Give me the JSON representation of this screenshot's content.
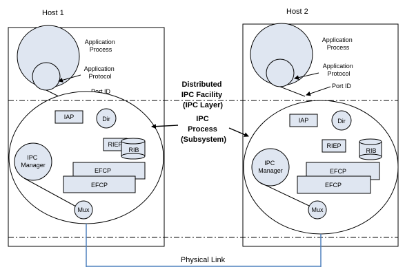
{
  "hosts": [
    {
      "title": "Host 1",
      "application_process": [
        "Application",
        "Process"
      ],
      "application_protocol": [
        "Application",
        "Protocol"
      ],
      "port_id": "Port ID",
      "iap": "IAP",
      "dir": "Dir",
      "riep": "RIEP",
      "rib": "RIB",
      "ipc_manager": [
        "IPC",
        "Manager"
      ],
      "efcp_back": "EFCP",
      "efcp_front": "EFCP",
      "mux": "Mux"
    },
    {
      "title": "Host 2",
      "application_process": [
        "Application",
        "Process"
      ],
      "application_protocol": [
        "Application",
        "Protocol"
      ],
      "port_id": "Port ID",
      "iap": "IAP",
      "dir": "Dir",
      "riep": "RIEP",
      "rib": "RIB",
      "ipc_manager": [
        "IPC",
        "Manager"
      ],
      "efcp_back": "EFCP",
      "efcp_front": "EFCP",
      "mux": "Mux"
    }
  ],
  "center": {
    "facility": [
      "Distributed",
      "IPC Facility",
      "(IPC Layer)"
    ],
    "process": [
      "IPC",
      "Process",
      "(Subsystem)"
    ]
  },
  "physical_link": "Physical Link",
  "colors": {
    "shape_fill": "#dfe6f1",
    "link": "#4f81bd",
    "line": "#000000"
  }
}
